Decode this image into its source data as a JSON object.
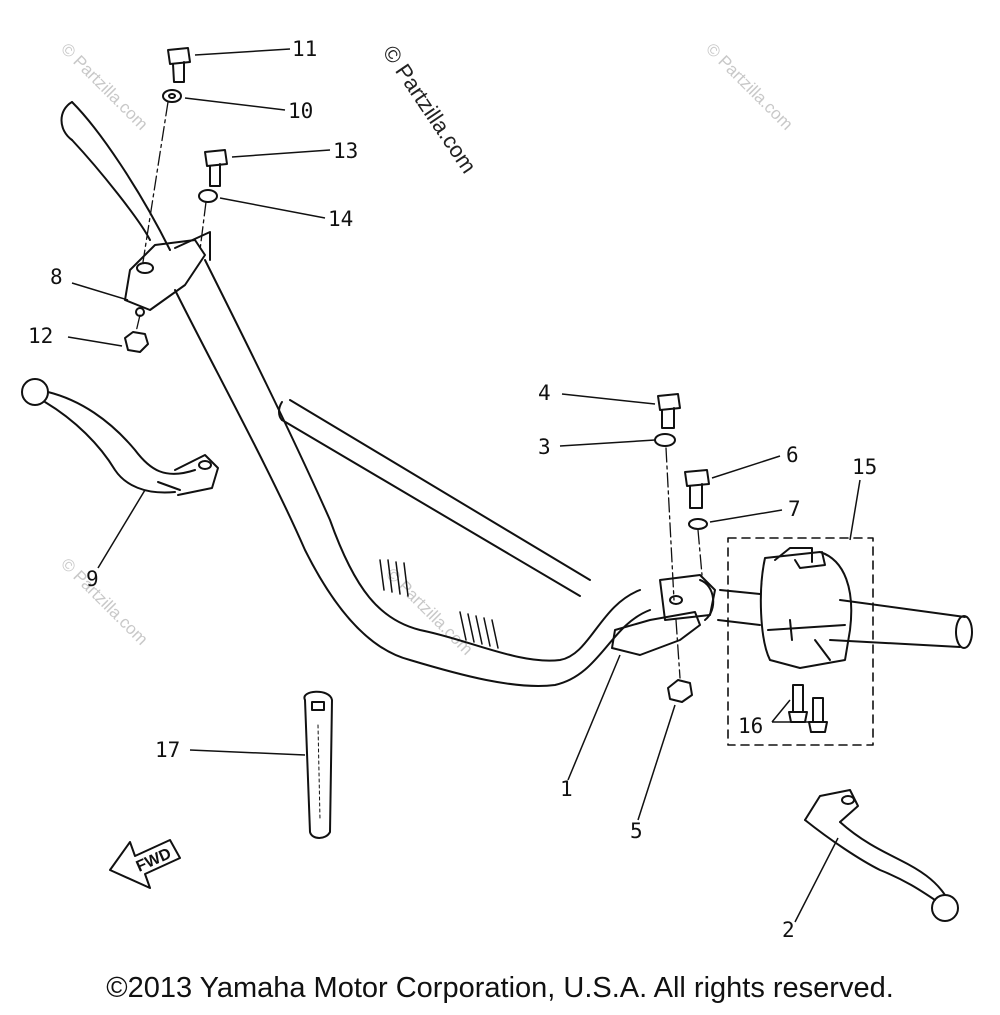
{
  "diagram": {
    "watermark": "© Partzilla.com",
    "fwd_label": "FWD",
    "callouts": [
      {
        "id": "1",
        "label": "1"
      },
      {
        "id": "2",
        "label": "2"
      },
      {
        "id": "3",
        "label": "3"
      },
      {
        "id": "4",
        "label": "4"
      },
      {
        "id": "5",
        "label": "5"
      },
      {
        "id": "6",
        "label": "6"
      },
      {
        "id": "7",
        "label": "7"
      },
      {
        "id": "8",
        "label": "8"
      },
      {
        "id": "9",
        "label": "9"
      },
      {
        "id": "10",
        "label": "10"
      },
      {
        "id": "11",
        "label": "11"
      },
      {
        "id": "12",
        "label": "12"
      },
      {
        "id": "13",
        "label": "13"
      },
      {
        "id": "14",
        "label": "14"
      },
      {
        "id": "15",
        "label": "15"
      },
      {
        "id": "16",
        "label": "16"
      },
      {
        "id": "17",
        "label": "17"
      }
    ]
  },
  "footer": {
    "copyright": "©2013 Yamaha Motor Corporation, U.S.A. All rights reserved."
  },
  "colors": {
    "line": "#111111",
    "watermark": "#c8c8c8",
    "background": "#ffffff"
  }
}
